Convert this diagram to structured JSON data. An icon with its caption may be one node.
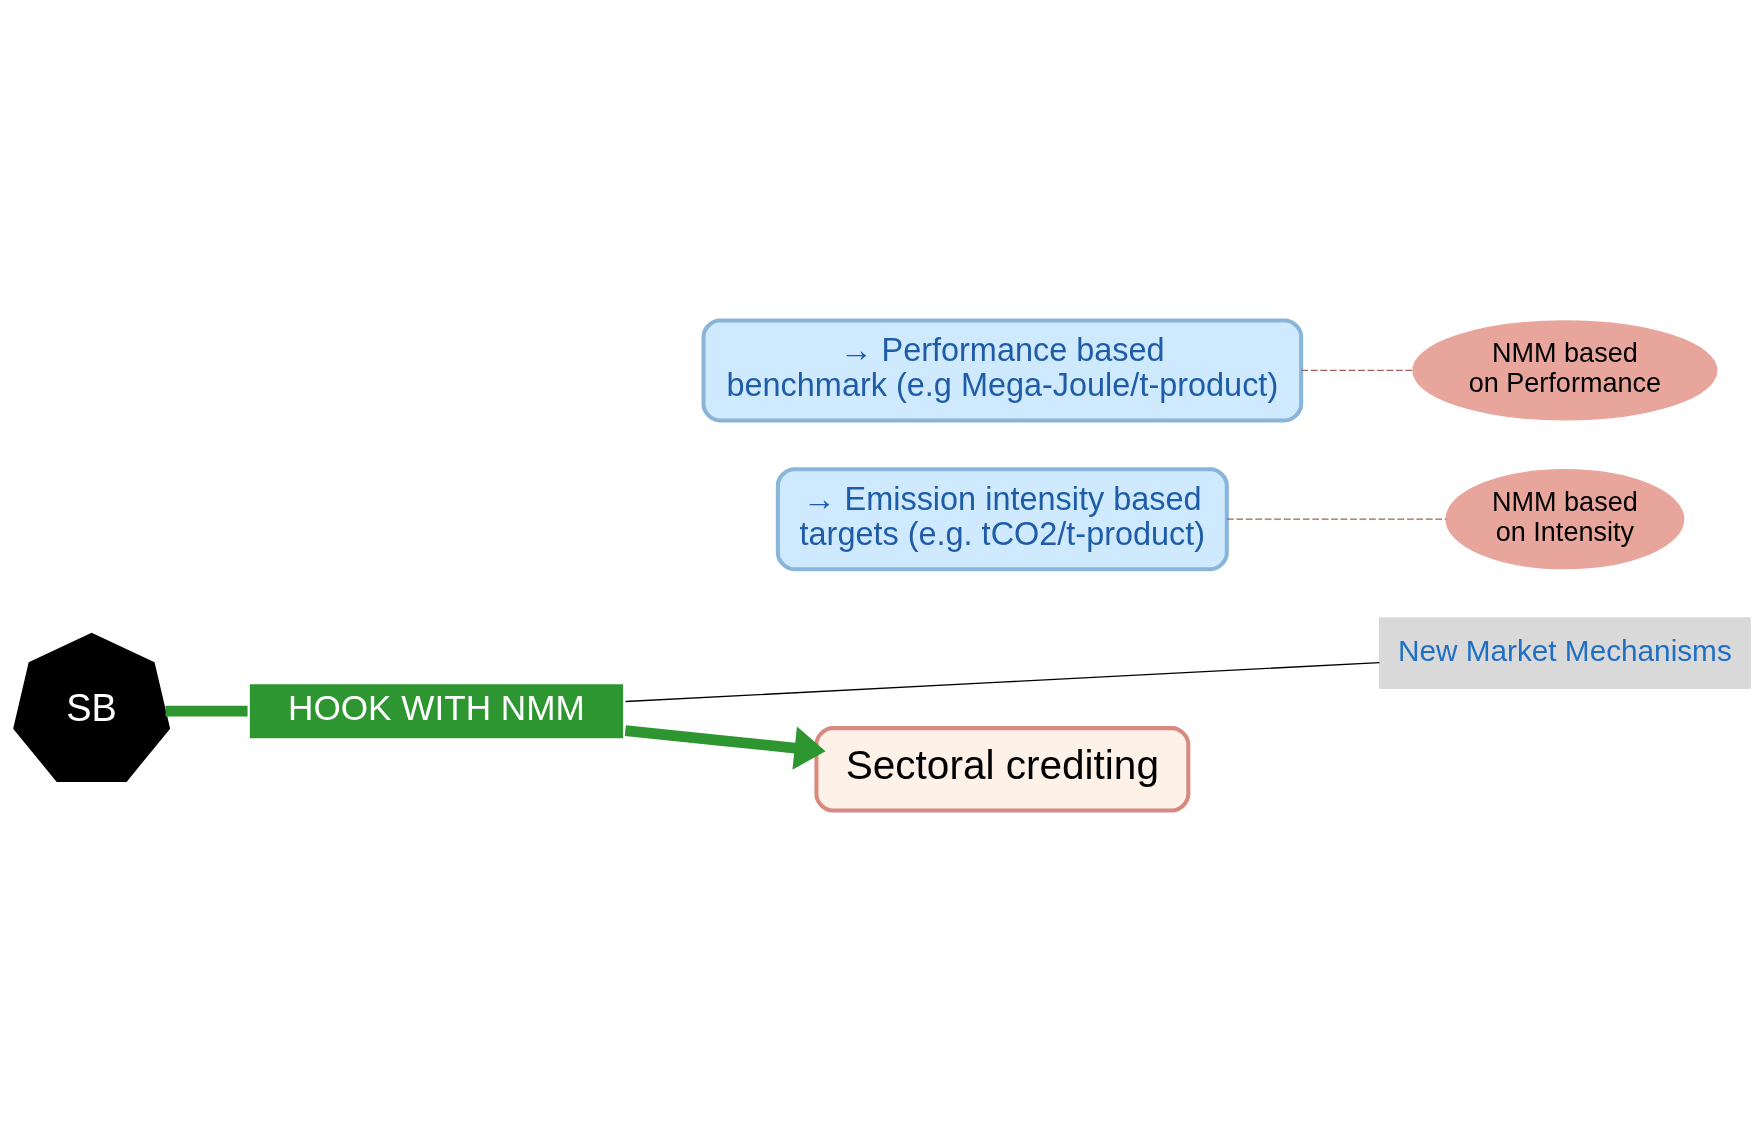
{
  "diagram": {
    "nodes": [
      {
        "text": [
          "SB"
        ]
      },
      {
        "text": [
          "HOOK WITH NMM"
        ]
      },
      {
        "text": [
          "New Market Mechanisms"
        ]
      },
      {
        "text": [
          "Sectoral crediting"
        ]
      },
      {
        "text": [
          "→ Emission intensity based targets (e.g. tCO2/t-product)"
        ]
      },
      {
        "text": [
          "NMM based on Intensity"
        ]
      },
      {
        "text": [
          "→ Performance based benchmark (e.g Mega-Joule/t-product)"
        ]
      },
      {
        "text": [
          "NMM based on Performance"
        ]
      }
    ],
    "edges": [
      {
        "from": 0,
        "to": 1,
        "arrow": "none",
        "style": "thick",
        "color": "#2e9630"
      },
      {
        "from": 1,
        "to": 3,
        "arrow": "to",
        "style": "thick",
        "color": "#2e9630"
      },
      {
        "from": 1,
        "to": 2,
        "arrow": "none",
        "color": "#000000"
      },
      {
        "from": 4,
        "to": 5,
        "arrow": "none",
        "style": "dashed",
        "color": "#a0605a"
      },
      {
        "from": 6,
        "to": 7,
        "arrow": "none",
        "style": "dashed",
        "color": "#a0605a"
      }
    ]
  }
}
